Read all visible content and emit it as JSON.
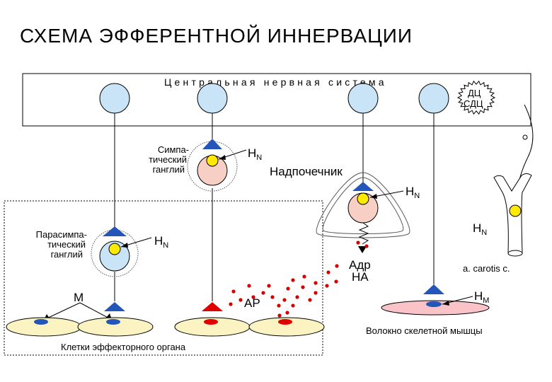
{
  "title": "СХЕМА   ЭФФЕРЕНТНОЙ   ИННЕРВАЦИИ",
  "cns_label": "Центральная   нервная   система",
  "dc_label": "ДЦ",
  "sdc_label": "СДЦ",
  "sympathetic_ganglion": [
    "Симпа-",
    "тический",
    "ганглий"
  ],
  "parasympathetic_ganglion": [
    "Парасимпа-",
    "тический",
    "ганглий"
  ],
  "adrenal_medulla": "Надпочечник",
  "receptor_h": "Н",
  "receptor_n_sub": "N",
  "receptor_m_sub": "M",
  "m_label": "М",
  "ar_label": "АР",
  "adr_label": "Адр",
  "na_label": "НА",
  "carotis_label": "a. carotis c.",
  "effector_cells_label": "Клетки эффекторного органа",
  "muscle_fiber_label": "Волокно скелетной мышцы",
  "colors": {
    "neuron_body": "#c9e4f6",
    "ganglion_body": "#f7cfc4",
    "receptor_yellow": "#ffea00",
    "receptor_blue": "#2455b8",
    "receptor_red": "#e00000",
    "effector_cell": "#fbf3c2",
    "muscle_fiber": "#f9c3c8",
    "secretion_dots": "#d40000",
    "outline": "#000000"
  }
}
